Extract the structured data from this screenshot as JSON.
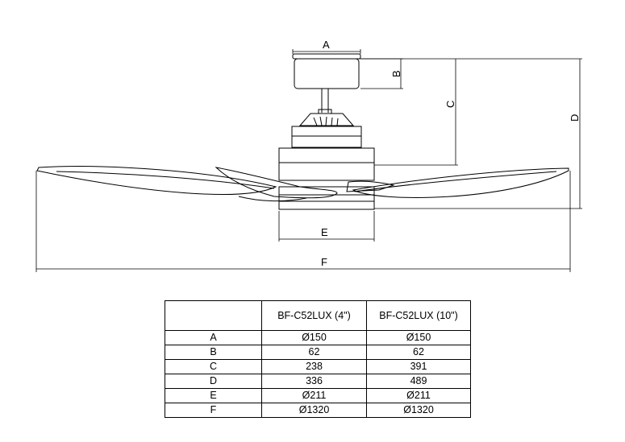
{
  "dimension_labels": {
    "a": "A",
    "b": "B",
    "c": "C",
    "d": "D",
    "e": "E",
    "f": "F"
  },
  "table": {
    "headers": [
      "",
      "BF-C52LUX (4\")",
      "BF-C52LUX (10\")"
    ],
    "rows": [
      [
        "A",
        "Ø150",
        "Ø150"
      ],
      [
        "B",
        "62",
        "62"
      ],
      [
        "C",
        "238",
        "391"
      ],
      [
        "D",
        "336",
        "489"
      ],
      [
        "E",
        "Ø211",
        "Ø211"
      ],
      [
        "F",
        "Ø1320",
        "Ø1320"
      ]
    ]
  }
}
